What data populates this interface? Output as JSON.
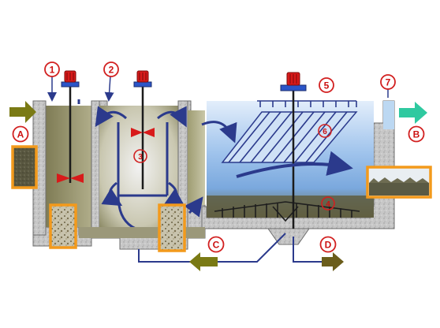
{
  "callouts": {
    "c1": "1",
    "c2": "2",
    "c3": "3",
    "c4": "4",
    "c5": "5",
    "c6": "6",
    "c7": "7"
  },
  "streams": {
    "A": "A",
    "B": "B",
    "C": "C",
    "D": "D"
  },
  "colors": {
    "concrete": "#c9c9c9",
    "water_clear": "#bcd8f2",
    "water_murky": "#8c8a64",
    "sludge": "#5d5a3a",
    "pipe": "#2b3a8c",
    "motor": "#d81a1a",
    "arrow_inflow": "#7a7a14",
    "arrow_outflow": "#2fc9a0",
    "callout": "#d22020",
    "sample_frame": "#f39a1c"
  }
}
